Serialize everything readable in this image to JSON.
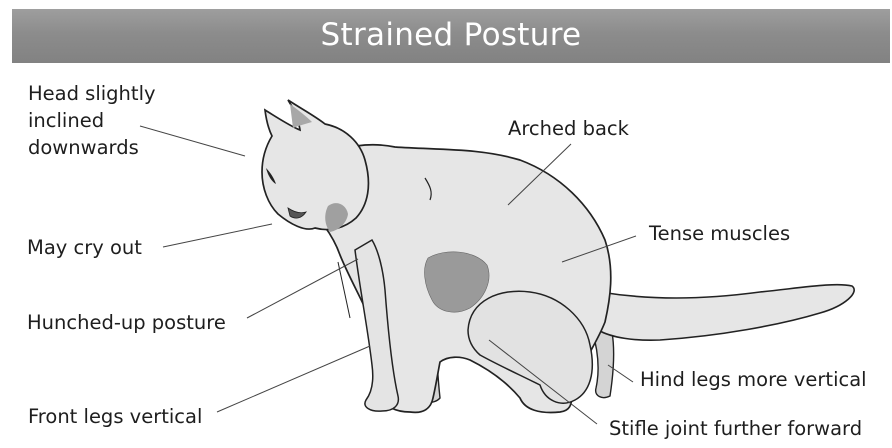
{
  "title": "Strained Posture",
  "labels": {
    "head": "Head slightly\ninclined\ndownwards",
    "cry": "May cry out",
    "hunched": "Hunched-up posture",
    "front_legs": "Front legs vertical",
    "arched_back": "Arched back",
    "tense_muscles": "Tense muscles",
    "hind_legs": "Hind legs more vertical",
    "stifle": "Stifle joint further forward"
  },
  "colors": {
    "title_bar": "#8c8c8c",
    "cat_body": "#e6e6e6",
    "cat_shadow": "#cdcdcd",
    "patch": "#9a9a9a",
    "leader_line": "#444444",
    "text": "#1e1e1e"
  }
}
